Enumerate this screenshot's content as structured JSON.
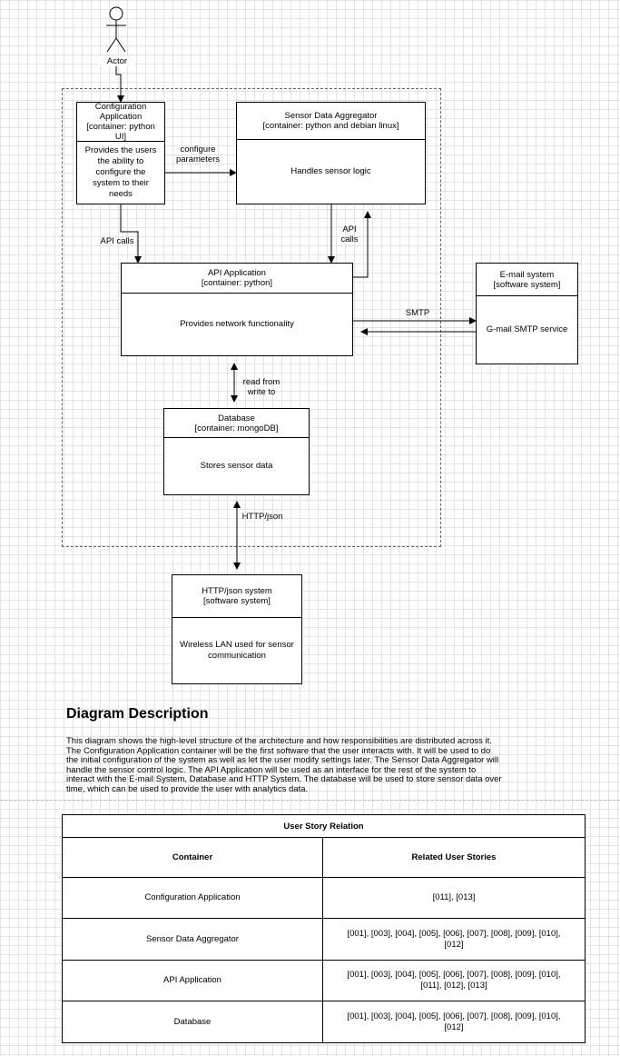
{
  "actor": {
    "label": "Actor"
  },
  "containers": {
    "config_app": {
      "header": [
        "Configuration",
        "Application",
        "[container: python",
        "UI]"
      ],
      "body": "Provides the users the ability to configure the system to their needs"
    },
    "sensor_aggregator": {
      "header": [
        "Sensor Data Aggregator",
        "[container: python and debian linux]"
      ],
      "body": "Handles sensor logic"
    },
    "api_app": {
      "header": [
        "API Application",
        "[container: python]"
      ],
      "body": "Provides network functionality"
    },
    "email_system": {
      "header": [
        "E-mail system",
        "[software system]"
      ],
      "body": "G-mail SMTP service"
    },
    "database": {
      "header": [
        "Database",
        "[container: mongoDB]"
      ],
      "body": "Stores sensor data"
    },
    "http_system": {
      "header": [
        "HTTP/json system",
        "[software system]"
      ],
      "body": "Wireless LAN used for sensor communication"
    }
  },
  "edges": {
    "configure": [
      "configure",
      "parameters"
    ],
    "api_calls_left": "API calls",
    "api_calls_right": [
      "API",
      "calls"
    ],
    "smtp": "SMTP",
    "read_write": [
      "read from",
      "write to"
    ],
    "http_json": "HTTP/json"
  },
  "description": {
    "title": "Diagram Description",
    "lines": [
      "This diagram shows the high-level structure of the architecture and how responsibilities are distributed across it.",
      "The Configuration Application container will be the first software that the user interacts with. It will be used to do",
      "the initial configuration of the system as well as let the user modify settings later. The Sensor Data Aggregator will",
      "handle the sensor control logic. The API Application will be used as an interface for the rest of the system to",
      "interact with the E-mail System, Database and HTTP System. The database will be used to store sensor data over",
      "time, which can be used to provide the user with analytics data."
    ]
  },
  "user_story_table": {
    "title": "User Story Relation",
    "headers": [
      "Container",
      "Related User Stories"
    ],
    "rows": [
      {
        "container": "Configuration Application",
        "stories": [
          "[011], [013]"
        ]
      },
      {
        "container": "Sensor Data Aggregator",
        "stories": [
          "[001], [003], [004], [005], [006], [007], [008], [009], [010],",
          "[012]"
        ]
      },
      {
        "container": "API Application",
        "stories": [
          "[001], [003], [004], [005], [006], [007], [008], [009], [010],",
          "[011], [012], [013]"
        ]
      },
      {
        "container": "Database",
        "stories": [
          "[001], [003], [004], [005], [006], [007], [008], [009], [010],",
          "[012]"
        ]
      }
    ]
  }
}
